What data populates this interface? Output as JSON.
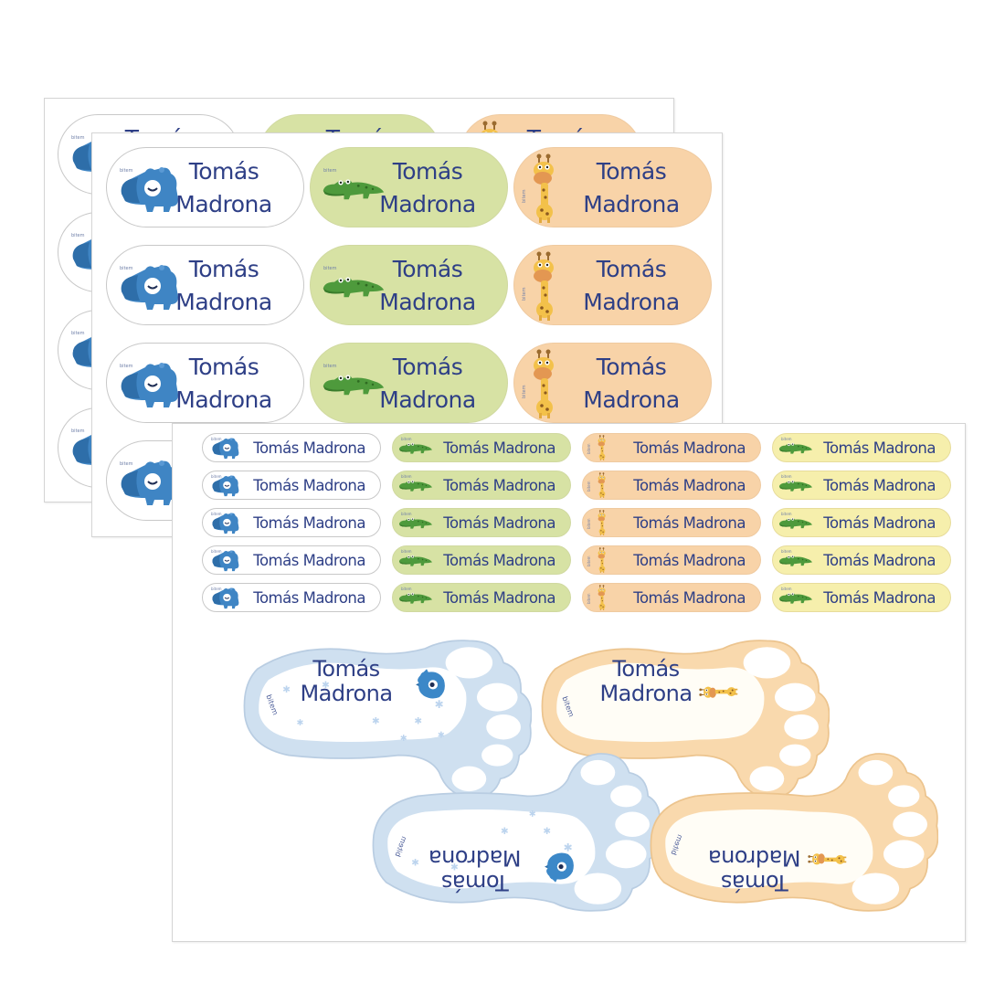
{
  "product": {
    "name_line1": "Tomás",
    "name_line2": "Madrona",
    "full_name": "Tomás Madrona",
    "brand_mark": "bitem"
  },
  "colors": {
    "text": "#2e3f86",
    "blue_label_bg": "#ffffff",
    "blue_pattern": "#c5def4",
    "green_label_bg": "#d7e2a4",
    "peach_label_bg": "#f8d3a8",
    "yellow_label_bg": "#f6efac",
    "blue_foot": "#cfe0f0",
    "peach_foot": "#f9d9ad",
    "sheet_border": "#d4d4d4"
  },
  "sheets": [
    {
      "id": "back",
      "type": "large-oval-labels",
      "columns": [
        {
          "theme": "blue",
          "mascot": "rhino-icon"
        },
        {
          "theme": "green",
          "mascot": "crocodile-icon"
        },
        {
          "theme": "peach",
          "mascot": "giraffe-icon"
        }
      ],
      "rows": 4
    },
    {
      "id": "middle",
      "type": "large-oval-labels",
      "columns": [
        {
          "theme": "blue",
          "mascot": "rhino-icon"
        },
        {
          "theme": "green",
          "mascot": "crocodile-icon"
        },
        {
          "theme": "peach",
          "mascot": "giraffe-icon"
        }
      ],
      "rows": 4
    },
    {
      "id": "front",
      "type": "small-labels-and-shoe-footprints",
      "small_label_columns": [
        {
          "theme": "blue",
          "mascot": "rhino-icon"
        },
        {
          "theme": "green",
          "mascot": "crocodile-icon"
        },
        {
          "theme": "peach",
          "mascot": "giraffe-icon"
        },
        {
          "theme": "yellow",
          "mascot": "crocodile-icon"
        }
      ],
      "small_label_rows": 5,
      "footprints": [
        {
          "theme": "blue",
          "mascot": "bird-icon",
          "orientation": "left-upright"
        },
        {
          "theme": "peach",
          "mascot": "giraffe-icon",
          "orientation": "right-upright"
        },
        {
          "theme": "blue",
          "mascot": "bird-icon",
          "orientation": "left-inverted"
        },
        {
          "theme": "peach",
          "mascot": "giraffe-icon",
          "orientation": "right-inverted"
        }
      ]
    }
  ]
}
